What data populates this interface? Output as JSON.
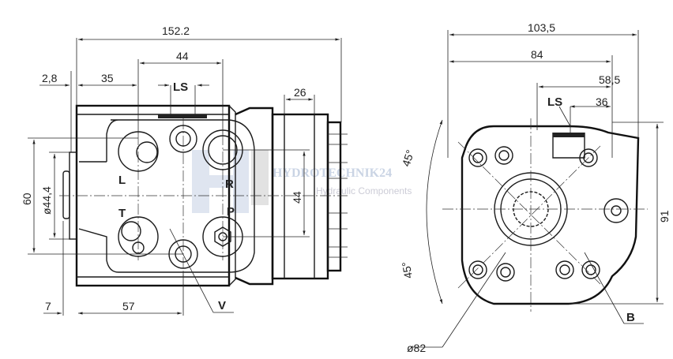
{
  "title": "Hydraulic steering unit dimension drawing",
  "side_view": {
    "dims": {
      "overall_length": "152.2",
      "port_spacing_h": "44",
      "offset_2_8": "2,8",
      "offset_35": "35",
      "shaft_26": "26",
      "height_60": "60",
      "pilot_dia": "ø44,4",
      "port_spacing_v": "44",
      "offset_7": "7",
      "offset_57": "57"
    },
    "ports": {
      "ls": "LS",
      "l": "L",
      "r": "R",
      "t": "T",
      "p": "P",
      "v": "V"
    }
  },
  "front_view": {
    "dims": {
      "width_103_5": "103,5",
      "width_84": "84",
      "width_58_5": "58,5",
      "width_36": "36",
      "height_91": "91",
      "angle_top": "45°",
      "angle_bottom": "45°",
      "bolt_circle": "ø82"
    },
    "ports": {
      "ls": "LS",
      "b": "B"
    }
  },
  "watermark": {
    "brand": "HYDROTECHNIK24",
    "tagline": "Hydraulic Components"
  }
}
